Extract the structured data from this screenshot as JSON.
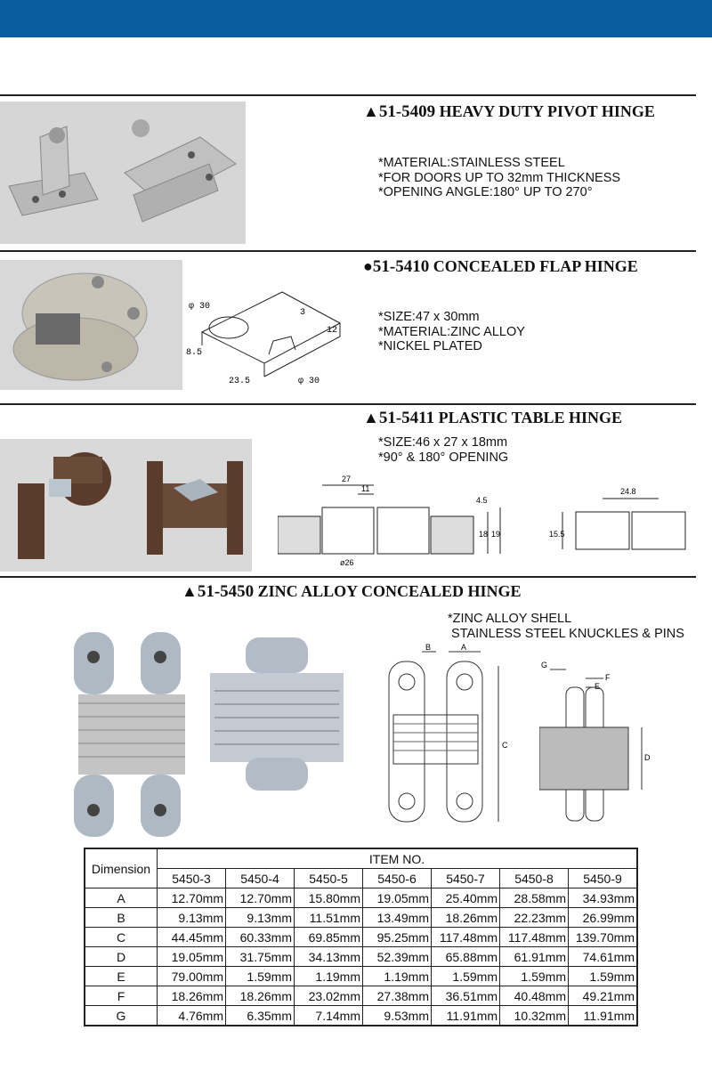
{
  "products": [
    {
      "marker": "▲",
      "code": "51-5409",
      "name": "HEAVY DUTY PIVOT HINGE",
      "specs": [
        "*MATERIAL:STAINLESS STEEL",
        "*FOR DOORS UP TO 32mm THICKNESS",
        "*OPENING ANGLE:180° UP TO 270°"
      ]
    },
    {
      "marker": "●",
      "code": "51-5410",
      "name": "CONCEALED FLAP HINGE",
      "specs": [
        "*SIZE:47 x 30mm",
        "*MATERIAL:ZINC ALLOY",
        "*NICKEL PLATED"
      ],
      "drawing_labels": [
        "φ 30",
        "3",
        "12",
        "8.5",
        "23.5",
        "φ 30"
      ]
    },
    {
      "marker": "▲",
      "code": "51-5411",
      "name": "PLASTIC TABLE HINGE",
      "specs": [
        "*SIZE:46 x 27 x 18mm",
        "*90° & 180° OPENING"
      ],
      "drawing_labels": [
        "27",
        "11",
        "4.5",
        "18",
        "19",
        "ø26",
        "24.8",
        "15.5"
      ]
    },
    {
      "marker": "▲",
      "code": "51-5450",
      "name": "ZINC ALLOY CONCEALED HINGE",
      "specs": [
        "*ZINC ALLOY SHELL",
        " STAINLESS STEEL KNUCKLES & PINS"
      ],
      "drawing_labels": [
        "B",
        "A",
        "C",
        "G",
        "F",
        "E",
        "D"
      ]
    }
  ],
  "table": {
    "dimension_header": "Dimension",
    "item_header": "ITEM NO.",
    "items": [
      "5450-3",
      "5450-4",
      "5450-5",
      "5450-6",
      "5450-7",
      "5450-8",
      "5450-9"
    ],
    "rows": [
      {
        "dim": "A",
        "values": [
          "12.70mm",
          "12.70mm",
          "15.80mm",
          "19.05mm",
          "25.40mm",
          "28.58mm",
          "34.93mm"
        ]
      },
      {
        "dim": "B",
        "values": [
          "9.13mm",
          "9.13mm",
          "11.51mm",
          "13.49mm",
          "18.26mm",
          "22.23mm",
          "26.99mm"
        ]
      },
      {
        "dim": "C",
        "values": [
          "44.45mm",
          "60.33mm",
          "69.85mm",
          "95.25mm",
          "117.48mm",
          "117.48mm",
          "139.70mm"
        ]
      },
      {
        "dim": "D",
        "values": [
          "19.05mm",
          "31.75mm",
          "34.13mm",
          "52.39mm",
          "65.88mm",
          "61.91mm",
          "74.61mm"
        ]
      },
      {
        "dim": "E",
        "values": [
          "79.00mm",
          "1.59mm",
          "1.19mm",
          "1.19mm",
          "1.59mm",
          "1.59mm",
          "1.59mm"
        ]
      },
      {
        "dim": "F",
        "values": [
          "18.26mm",
          "18.26mm",
          "23.02mm",
          "27.38mm",
          "36.51mm",
          "40.48mm",
          "49.21mm"
        ]
      },
      {
        "dim": "G",
        "values": [
          "4.76mm",
          "6.35mm",
          "7.14mm",
          "9.53mm",
          "11.91mm",
          "10.32mm",
          "11.91mm"
        ]
      }
    ]
  }
}
